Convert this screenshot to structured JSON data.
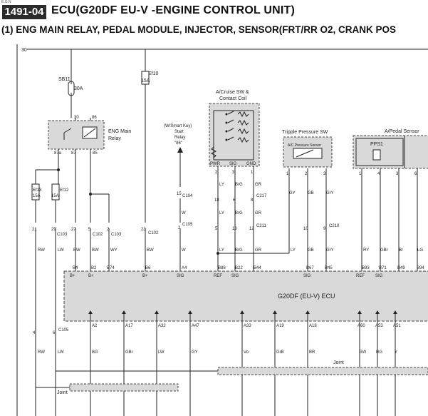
{
  "header": {
    "section_id": "E.G.N",
    "page_number": "1491-04",
    "title": "ECU(G20DF EU-V  -ENGINE CONTROL UNIT)",
    "subtitle": "(1) ENG MAIN RELAY, PEDAL MODULE, INJECTOR, SENSOR(FRT/RR O2, CRANK POS"
  },
  "power": {
    "bus_label": "30",
    "fuse_sb11": "SB11",
    "fuse_sb11_amp": "30A",
    "fuse_ef10": "Ef10",
    "fuse_ef10_amp": "15A",
    "fuse_ef13": "Ef13",
    "fuse_ef13_amp": "15A",
    "fuse_ef12": "Ef12",
    "fuse_ef12_amp": "15A"
  },
  "relay": {
    "title_line1": "ENG Main",
    "title_line2": "Relay",
    "pin_30": "30",
    "pin_86": "86",
    "pin_87a": "87a",
    "pin_87": "87",
    "pin_85": "85"
  },
  "start_relay": {
    "line1": "(W/Smart Key)",
    "line2": "Start",
    "line3": "Relay",
    "line4": "\"86\""
  },
  "cruise": {
    "title_line1": "A/Cruise SW &",
    "title_line2": "Contact Coil",
    "pin_pwr": "PWR",
    "pin_sig": "SIG",
    "pin_gnd": "GND",
    "pin_nums": [
      "2",
      "3",
      "1"
    ]
  },
  "pressure": {
    "title": "Tripple Pressure SW",
    "inner_label": "A/C Pressure Sensor",
    "pin_nums": [
      "1",
      "2",
      "3"
    ]
  },
  "pedal": {
    "title": "A/Pedal Sensor",
    "pps_label": "PPS1",
    "pin_nums": [
      "1",
      "4",
      "3",
      "6"
    ]
  },
  "connectors": {
    "c104": "C104",
    "c105": "C105",
    "c217": "C217",
    "c211": "C211",
    "c210": "C210",
    "c103": "C103",
    "c102": "C102",
    "c103b": "C103",
    "c102b": "C102",
    "c105b": "C105",
    "pins": {
      "p21": "21",
      "p29": "29",
      "p27": "27",
      "p5": "5",
      "p2": "2",
      "p23": "23",
      "p15": "15",
      "p2b": "2",
      "p18": "18",
      "p6": "6",
      "p8": "8",
      "p5b": "5",
      "p13": "13",
      "p12": "12",
      "p10": "10",
      "p9": "9",
      "p4": "4",
      "p6b": "6"
    }
  },
  "wires": {
    "rw": "RW",
    "lw": "LW",
    "bw": "BW",
    "bw2": "BW",
    "wy": "WY",
    "bw3": "BW",
    "w": "W",
    "w2": "W",
    "ly": "LY",
    "brg": "BrG",
    "gr": "GR",
    "ly2": "LY",
    "brg2": "BrG",
    "gr2": "GR",
    "ly3": "LY",
    "brg3": "BrG",
    "gr3": "GR",
    "gy": "GY",
    "gb": "GB",
    "gry": "GrY",
    "ly4": "LY",
    "gb2": "GB",
    "gry2": "GrY",
    "ry": "RY",
    "gbr": "GBr",
    "br": "Br",
    "lg": "LG"
  },
  "ecu": {
    "label": "G20DF (EU-V) ECU",
    "top_pins": [
      "B4",
      "B2",
      "B74",
      "B6",
      "A4",
      "B88",
      "B22",
      "B44",
      "B67",
      "B45",
      "B93",
      "B71",
      "B49",
      "B94"
    ],
    "top_funcs": [
      "B+",
      "B+",
      "B+",
      "SIG",
      "REF",
      "SIG",
      "SIG",
      "REF",
      "SIG"
    ],
    "bottom_pins": [
      "A2",
      "A17",
      "A32",
      "A47",
      "A33",
      "A19",
      "A18",
      "A60",
      "A53",
      "A51"
    ]
  },
  "bottom_wires": [
    "RW",
    "LW",
    "BG",
    "GBr",
    "LW",
    "GY",
    "Vo",
    "GrB",
    "BR",
    "GW",
    "RG",
    "Y"
  ],
  "joints": {
    "joint_left": "Joint",
    "joint_right": "Joint"
  }
}
